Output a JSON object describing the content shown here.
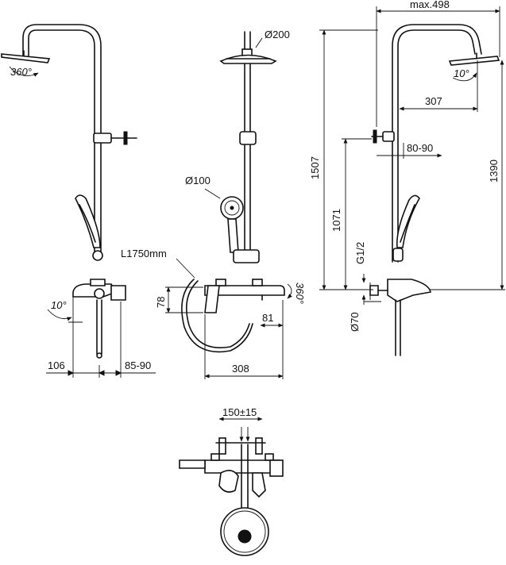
{
  "labels": {
    "rot_left": "360°",
    "head_diameter": "Ø200",
    "hand_diameter": "Ø100",
    "hose_length": "L1750mm",
    "max_width": "max.498",
    "tilt_right": "10°",
    "arm_reach": "307",
    "bracket_range_right": "80-90",
    "total_height": "1507",
    "inlet_height": "1071",
    "head_height": "1390",
    "thread": "G1/2",
    "escutcheon": "Ø70",
    "tilt_left": "10°",
    "offset_left": "106",
    "bracket_range_left": "85-90",
    "mixer_height": "78",
    "rot_mixer": "360°",
    "spout_length": "81",
    "mixer_width": "308",
    "inlet_spacing": "150±15"
  }
}
